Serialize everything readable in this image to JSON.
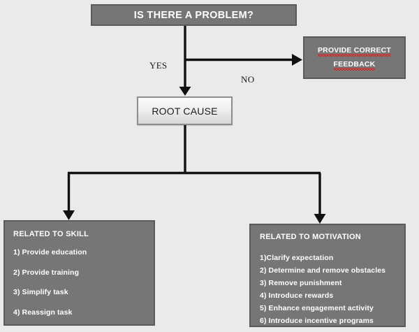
{
  "diagram": {
    "title": "Problem solving decision flowchart",
    "background_color": "#eaeaea",
    "palette": {
      "node_dark_fill": "#767676",
      "node_dark_border": "#5a5a5a",
      "node_dark_text": "#ffffff",
      "node_light_fill": "#efefef",
      "node_light_border": "#8e8e8e",
      "node_light_text": "#1d1d1d",
      "connector": "#111111",
      "spellcheck_underline": "#d42a2a"
    }
  },
  "nodes": {
    "question": {
      "label": "IS THERE A PROBLEM?",
      "style": "dark"
    },
    "feedback": {
      "line1": "PROVIDE CORRECT",
      "line2": "FEEDBACK",
      "style": "dark",
      "spellcheck_underlined": true
    },
    "root_cause": {
      "label": "ROOT CAUSE",
      "style": "light"
    },
    "skill": {
      "header": "RELATED TO SKILL",
      "style": "dark",
      "items": [
        "1) Provide education",
        "2) Provide training",
        "3) Simplify task",
        "4) Reassign task"
      ]
    },
    "motivation": {
      "header": "RELATED TO MOTIVATION",
      "style": "dark",
      "items": [
        "1)Clarify expectation",
        "2) Determine and remove obstacles",
        "3) Remove punishment",
        "4) Introduce rewards",
        "5) Enhance engagement activity",
        "6) Introduce incentive programs"
      ]
    }
  },
  "edges": {
    "yes_label": "YES",
    "no_label": "NO",
    "connections": [
      {
        "from": "question",
        "to": "root_cause",
        "label": "YES"
      },
      {
        "from": "question",
        "to": "feedback",
        "label": "NO"
      },
      {
        "from": "root_cause",
        "to": "skill",
        "label": ""
      },
      {
        "from": "root_cause",
        "to": "motivation",
        "label": ""
      }
    ]
  }
}
